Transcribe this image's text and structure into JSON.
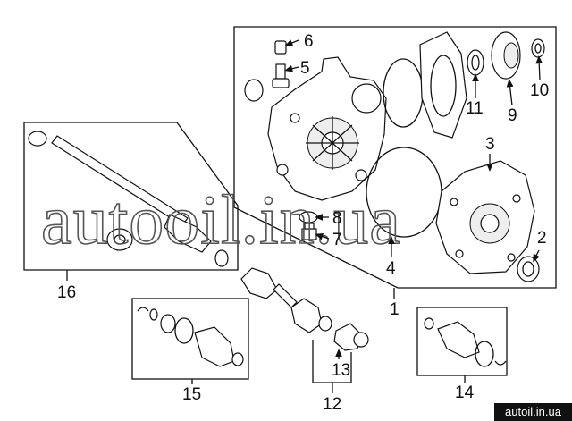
{
  "watermark": "autooil.in.ua",
  "footer_url": "autoil.in.ua",
  "callouts": [
    "1",
    "2",
    "3",
    "4",
    "5",
    "6",
    "7",
    "8",
    "9",
    "10",
    "11",
    "12",
    "13",
    "14",
    "15",
    "16"
  ]
}
